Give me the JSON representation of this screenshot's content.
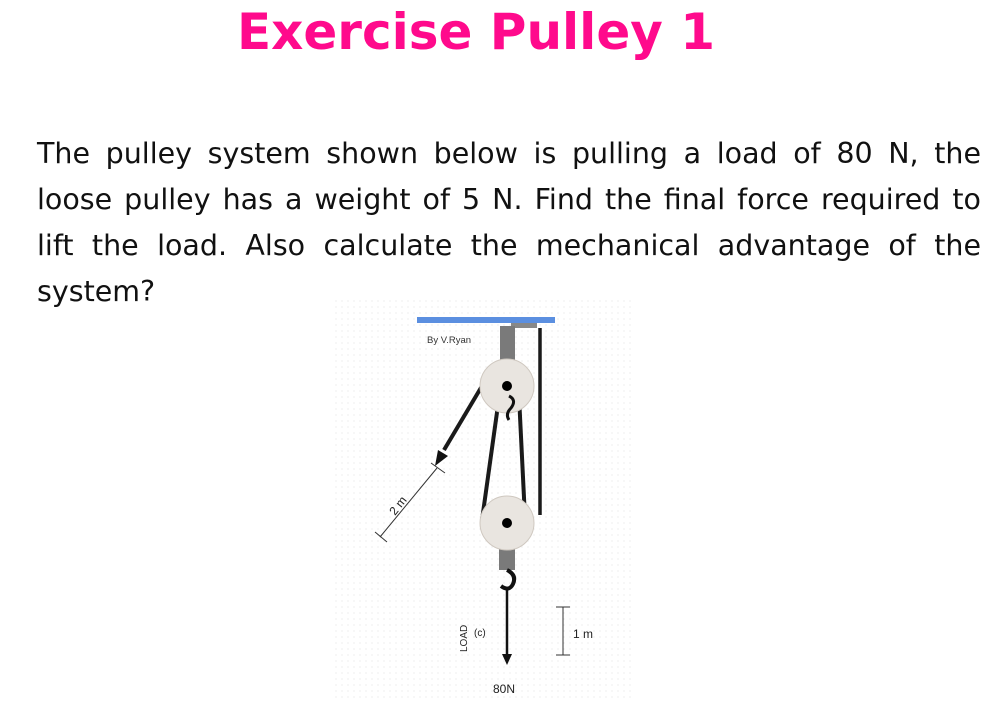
{
  "title": "Exercise Pulley 1",
  "question": "The pulley system shown below is pulling a load of 80 N, the loose pulley has a weight of 5 N. Find the final force required to lift the load. Also calculate the mechanical advantage of the system?",
  "colors": {
    "title": "#ff0a8c",
    "ceiling": "#5b8fe0",
    "pulley": "#e9e5e0",
    "axle": "#000000",
    "bracket": "#777777"
  },
  "diagram": {
    "credit": "By V.Ryan",
    "effort_distance": "2 m",
    "load_distance": "1 m",
    "load_label": "LOAD",
    "part_label": "(c)",
    "load_force": "80N"
  }
}
